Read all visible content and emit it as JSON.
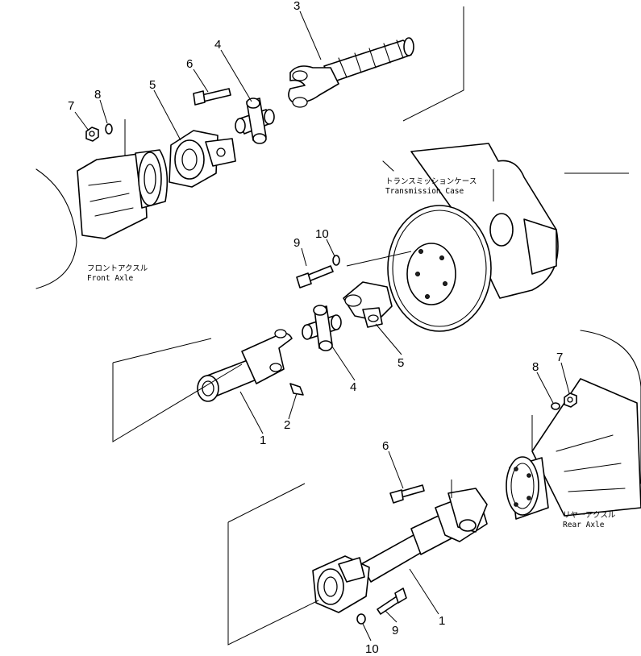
{
  "labels": {
    "transmission_case_jp": "トランスミッションケース",
    "transmission_case_en": "Transmission Case",
    "front_axle_jp": "フロントアクスル",
    "front_axle_en": "Front Axle",
    "rear_axle_jp": "リヤーアクスル",
    "rear_axle_en": "Rear Axle"
  },
  "callouts": {
    "top_3": "3",
    "top_4": "4",
    "top_5": "5",
    "top_6": "6",
    "top_7": "7",
    "top_8": "8",
    "mid_9": "9",
    "mid_10": "10",
    "mid_5": "5",
    "mid_4": "4",
    "mid_2": "2",
    "mid_1": "1",
    "bot_6": "6",
    "bot_8": "8",
    "bot_7": "7",
    "bot_1": "1",
    "bot_9": "9",
    "bot_10": "10"
  }
}
